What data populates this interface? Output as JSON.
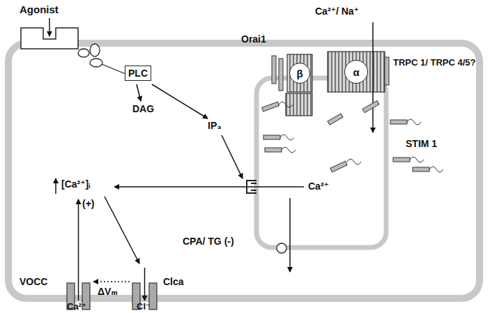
{
  "diagram": {
    "nodes": [
      {
        "text": [
          "PLC"
        ]
      },
      {
        "text": [
          "β"
        ]
      },
      {
        "text": [
          "α"
        ]
      }
    ],
    "labels": [
      "Agonist",
      "Ca²⁺/ Na⁺",
      "Orai1",
      "TRPC 1/ TRPC 4/5?",
      "STIM 1",
      "DAG",
      "IP₃",
      "[Ca²⁺]ᵢ",
      "(+)",
      "Ca²⁺",
      "CPA/ TG (-)",
      "VOCC",
      "ΔVₘ",
      "Clca",
      "Ca²⁺",
      "Cl⁻"
    ]
  }
}
